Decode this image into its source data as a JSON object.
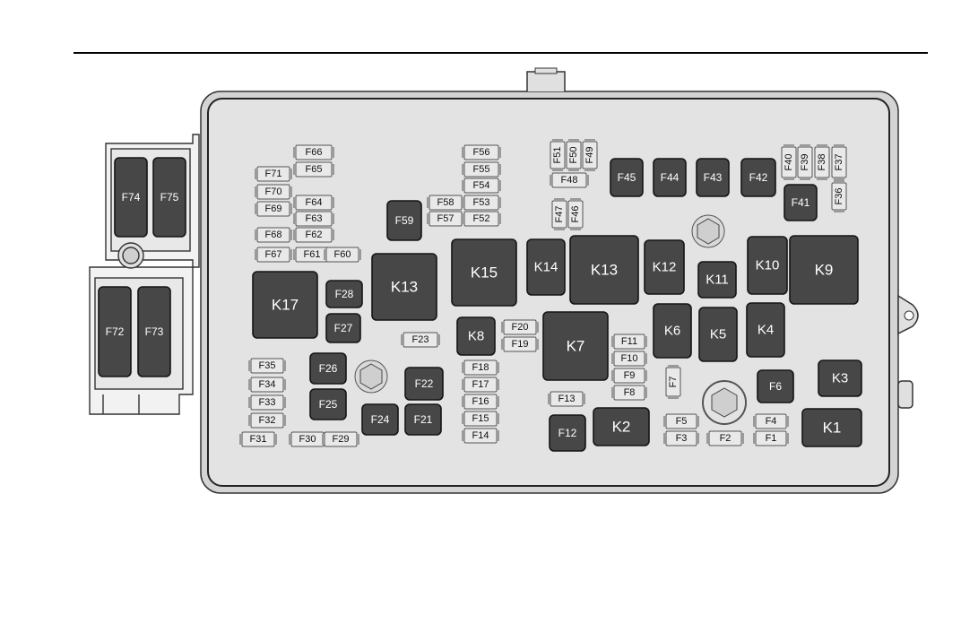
{
  "diagram": {
    "components": [
      {
        "id": "F66",
        "kind": "mini-fuse"
      },
      {
        "id": "F65",
        "kind": "mini-fuse"
      },
      {
        "id": "F71",
        "kind": "mini-fuse"
      },
      {
        "id": "F70",
        "kind": "mini-fuse"
      },
      {
        "id": "F69",
        "kind": "mini-fuse"
      },
      {
        "id": "F64",
        "kind": "mini-fuse"
      },
      {
        "id": "F63",
        "kind": "mini-fuse"
      },
      {
        "id": "F62",
        "kind": "mini-fuse"
      },
      {
        "id": "F68",
        "kind": "mini-fuse"
      },
      {
        "id": "F67",
        "kind": "mini-fuse"
      },
      {
        "id": "F61",
        "kind": "mini-fuse"
      },
      {
        "id": "F60",
        "kind": "mini-fuse"
      },
      {
        "id": "F56",
        "kind": "mini-fuse"
      },
      {
        "id": "F55",
        "kind": "mini-fuse"
      },
      {
        "id": "F54",
        "kind": "mini-fuse"
      },
      {
        "id": "F53",
        "kind": "mini-fuse"
      },
      {
        "id": "F52",
        "kind": "mini-fuse"
      },
      {
        "id": "F58",
        "kind": "mini-fuse"
      },
      {
        "id": "F57",
        "kind": "mini-fuse"
      },
      {
        "id": "F59",
        "kind": "cartridge"
      },
      {
        "id": "F51",
        "kind": "mini-fuse"
      },
      {
        "id": "F50",
        "kind": "mini-fuse"
      },
      {
        "id": "F49",
        "kind": "mini-fuse"
      },
      {
        "id": "F48",
        "kind": "mini-fuse"
      },
      {
        "id": "F47",
        "kind": "mini-fuse"
      },
      {
        "id": "F46",
        "kind": "mini-fuse"
      },
      {
        "id": "F45",
        "kind": "cartridge"
      },
      {
        "id": "F44",
        "kind": "cartridge"
      },
      {
        "id": "F43",
        "kind": "cartridge"
      },
      {
        "id": "F42",
        "kind": "cartridge"
      },
      {
        "id": "F40",
        "kind": "mini-fuse"
      },
      {
        "id": "F39",
        "kind": "mini-fuse"
      },
      {
        "id": "F38",
        "kind": "mini-fuse"
      },
      {
        "id": "F37",
        "kind": "mini-fuse"
      },
      {
        "id": "F36",
        "kind": "mini-fuse"
      },
      {
        "id": "F41",
        "kind": "cartridge"
      },
      {
        "id": "F74",
        "kind": "cartridge"
      },
      {
        "id": "F75",
        "kind": "cartridge"
      },
      {
        "id": "F72",
        "kind": "cartridge"
      },
      {
        "id": "F73",
        "kind": "cartridge"
      },
      {
        "id": "K17",
        "kind": "relay"
      },
      {
        "id": "F28",
        "kind": "cartridge"
      },
      {
        "id": "F27",
        "kind": "cartridge"
      },
      {
        "id": "K13",
        "kind": "relay"
      },
      {
        "id": "K15",
        "kind": "relay"
      },
      {
        "id": "K14",
        "kind": "relay"
      },
      {
        "id": "K13",
        "kind": "relay"
      },
      {
        "id": "K12",
        "kind": "relay"
      },
      {
        "id": "K11",
        "kind": "relay"
      },
      {
        "id": "K10",
        "kind": "relay"
      },
      {
        "id": "K9",
        "kind": "relay"
      },
      {
        "id": "F23",
        "kind": "mini-fuse"
      },
      {
        "id": "K8",
        "kind": "relay"
      },
      {
        "id": "F20",
        "kind": "mini-fuse"
      },
      {
        "id": "F19",
        "kind": "mini-fuse"
      },
      {
        "id": "K7",
        "kind": "relay"
      },
      {
        "id": "K6",
        "kind": "relay"
      },
      {
        "id": "K5",
        "kind": "relay"
      },
      {
        "id": "K4",
        "kind": "relay"
      },
      {
        "id": "F11",
        "kind": "mini-fuse"
      },
      {
        "id": "F10",
        "kind": "mini-fuse"
      },
      {
        "id": "F9",
        "kind": "mini-fuse"
      },
      {
        "id": "F8",
        "kind": "mini-fuse"
      },
      {
        "id": "F35",
        "kind": "mini-fuse"
      },
      {
        "id": "F34",
        "kind": "mini-fuse"
      },
      {
        "id": "F33",
        "kind": "mini-fuse"
      },
      {
        "id": "F32",
        "kind": "mini-fuse"
      },
      {
        "id": "F31",
        "kind": "mini-fuse"
      },
      {
        "id": "F30",
        "kind": "mini-fuse"
      },
      {
        "id": "F29",
        "kind": "mini-fuse"
      },
      {
        "id": "F26",
        "kind": "cartridge"
      },
      {
        "id": "F25",
        "kind": "cartridge"
      },
      {
        "id": "F24",
        "kind": "cartridge"
      },
      {
        "id": "F22",
        "kind": "cartridge"
      },
      {
        "id": "F21",
        "kind": "cartridge"
      },
      {
        "id": "F18",
        "kind": "mini-fuse"
      },
      {
        "id": "F17",
        "kind": "mini-fuse"
      },
      {
        "id": "F16",
        "kind": "mini-fuse"
      },
      {
        "id": "F15",
        "kind": "mini-fuse"
      },
      {
        "id": "F14",
        "kind": "mini-fuse"
      },
      {
        "id": "F13",
        "kind": "mini-fuse"
      },
      {
        "id": "F12",
        "kind": "cartridge"
      },
      {
        "id": "K2",
        "kind": "relay"
      },
      {
        "id": "F7",
        "kind": "mini-fuse"
      },
      {
        "id": "F6",
        "kind": "cartridge"
      },
      {
        "id": "K3",
        "kind": "relay"
      },
      {
        "id": "F5",
        "kind": "mini-fuse"
      },
      {
        "id": "F3",
        "kind": "mini-fuse"
      },
      {
        "id": "F2",
        "kind": "mini-fuse"
      },
      {
        "id": "F4",
        "kind": "mini-fuse"
      },
      {
        "id": "F1",
        "kind": "mini-fuse"
      },
      {
        "id": "K1",
        "kind": "relay"
      }
    ]
  }
}
